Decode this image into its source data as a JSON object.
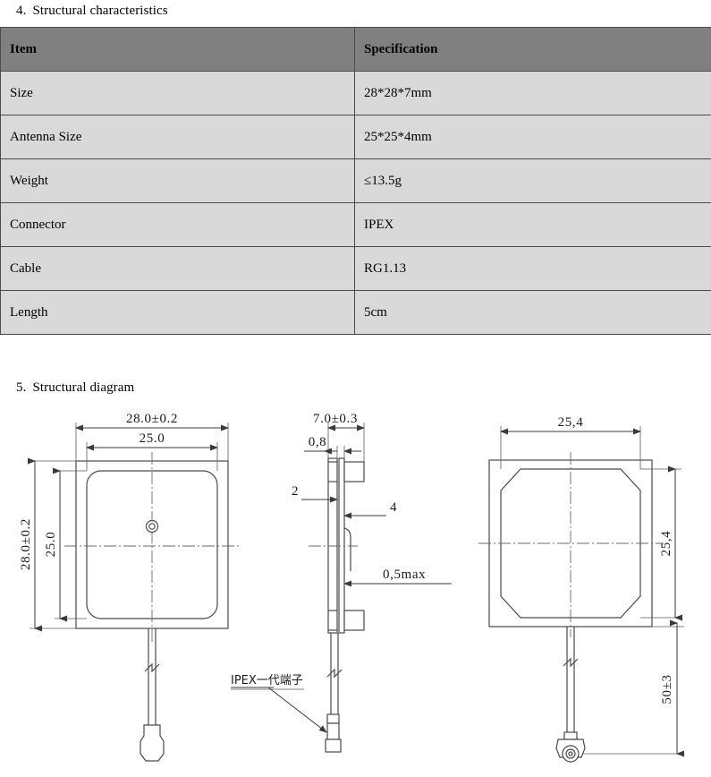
{
  "document": {
    "sections": [
      {
        "number": "4.",
        "title": "Structural characteristics"
      },
      {
        "number": "5.",
        "title": "Structural diagram"
      }
    ]
  },
  "spec_table": {
    "headers": [
      "Item",
      "Specification"
    ],
    "rows": [
      {
        "item": "Size",
        "spec": "28*28*7mm"
      },
      {
        "item": "Antenna Size",
        "spec": "25*25*4mm"
      },
      {
        "item": "Weight",
        "spec": "≤13.5g"
      },
      {
        "item": "Connector",
        "spec": "IPEX"
      },
      {
        "item": "Cable",
        "spec": "RG1.13"
      },
      {
        "item": "Length",
        "spec": "5cm"
      }
    ],
    "header_bg": "#808080",
    "row_bg": "#d9d9d9",
    "border_color": "#4a4a4a"
  },
  "diagram": {
    "front_view": {
      "name": "front-view",
      "dim_width_outer": "28.0±0.2",
      "dim_width_inner": "25.0",
      "dim_height_outer": "28.0±0.2",
      "dim_height_inner": "25.0",
      "feature": "feed-point"
    },
    "side_view": {
      "name": "side-view",
      "dim_total_thickness": "7.0±0.3",
      "dim_substrate": "0,8",
      "dim_left_offset": "2",
      "dim_right_offset": "4",
      "dim_max_protrusion": "0,5max"
    },
    "rear_view": {
      "name": "rear-view",
      "dim_width": "25,4",
      "dim_height": "25,4"
    },
    "cable": {
      "connector_label": "IPEX一代端子",
      "dim_length": "50±3"
    }
  }
}
